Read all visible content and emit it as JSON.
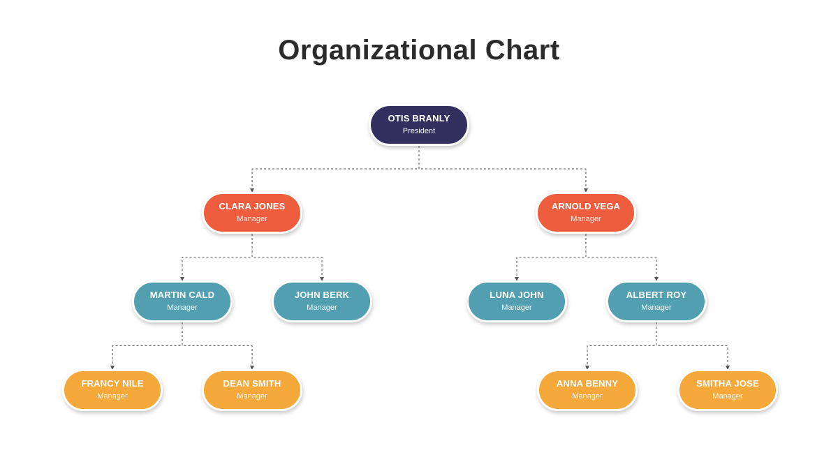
{
  "title": "Organizational Chart",
  "colors": {
    "president": "#31305f",
    "manager_l1": "#ee5d3e",
    "manager_l2": "#519fb0",
    "manager_l3": "#f5a93a",
    "connector": "#555555"
  },
  "nodes": {
    "otis_branly": {
      "name": "OTIS BRANLY",
      "role": "President"
    },
    "clara_jones": {
      "name": "CLARA JONES",
      "role": "Manager"
    },
    "arnold_vega": {
      "name": "ARNOLD VEGA",
      "role": "Manager"
    },
    "martin_cald": {
      "name": "MARTIN CALD",
      "role": "Manager"
    },
    "john_berk": {
      "name": "JOHN BERK",
      "role": "Manager"
    },
    "luna_john": {
      "name": "LUNA JOHN",
      "role": "Manager"
    },
    "albert_roy": {
      "name": "ALBERT ROY",
      "role": "Manager"
    },
    "francy_nile": {
      "name": "FRANCY NILE",
      "role": "Manager"
    },
    "dean_smith": {
      "name": "DEAN SMITH",
      "role": "Manager"
    },
    "anna_benny": {
      "name": "ANNA BENNY",
      "role": "Manager"
    },
    "smitha_jose": {
      "name": "SMITHA JOSE",
      "role": "Manager"
    }
  },
  "edges": [
    [
      "otis_branly",
      "clara_jones"
    ],
    [
      "otis_branly",
      "arnold_vega"
    ],
    [
      "clara_jones",
      "martin_cald"
    ],
    [
      "clara_jones",
      "john_berk"
    ],
    [
      "arnold_vega",
      "luna_john"
    ],
    [
      "arnold_vega",
      "albert_roy"
    ],
    [
      "martin_cald",
      "francy_nile"
    ],
    [
      "martin_cald",
      "dean_smith"
    ],
    [
      "albert_roy",
      "anna_benny"
    ],
    [
      "albert_roy",
      "smitha_jose"
    ]
  ]
}
